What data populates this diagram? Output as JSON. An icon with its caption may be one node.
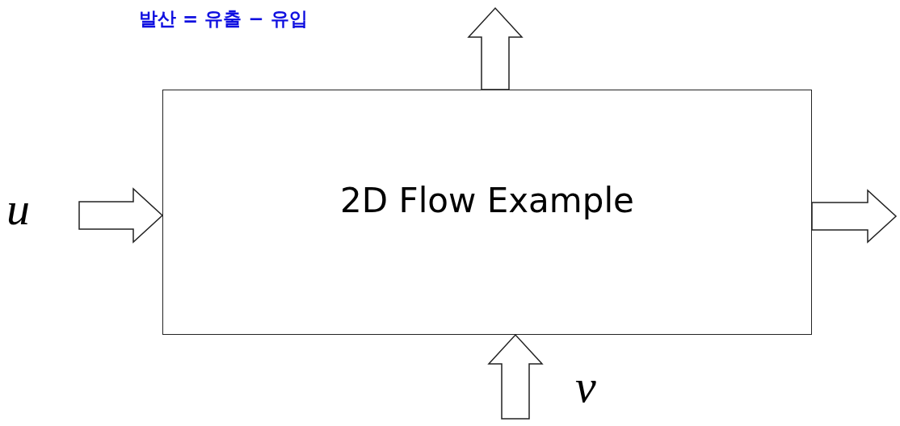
{
  "diagram": {
    "nodes": [
      {
        "text": [
          "2D Flow Example"
        ]
      },
      {
        "text": [
          "u"
        ]
      }
    ],
    "edges": [
      {
        "from": 1,
        "to": 0,
        "arrow": "to"
      },
      {
        "from": 0,
        "to": null,
        "arrow": "to"
      },
      {
        "from": 0,
        "to": null,
        "arrow": "to"
      },
      {
        "from": null,
        "to": 0,
        "arrow": "to",
        "label": "v"
      }
    ],
    "labels": [
      "발산 = 유출 − 유입"
    ]
  }
}
